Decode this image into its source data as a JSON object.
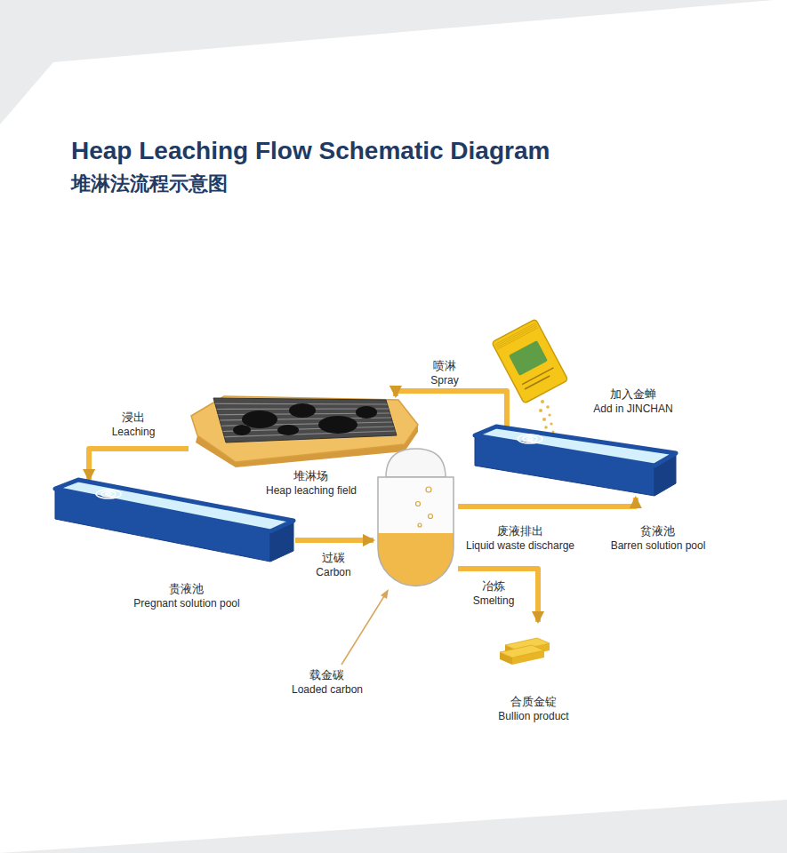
{
  "diagram": {
    "title": "Heap Leaching Flow Schematic Diagram 堆淋法流程示意图",
    "nodes": [
      {
        "text": [
          "堆淋场 Heap leaching field"
        ]
      },
      {
        "text": [
          "加入金蝉 Add in JINCHAN"
        ]
      },
      {
        "text": [
          "贫液池 Barren solution pool"
        ]
      },
      {
        "text": [
          "贵液池 Pregnant solution pool"
        ]
      },
      {
        "text": [
          "载金碳 Loaded carbon"
        ]
      },
      {
        "text": [
          "合质金锭 Bullion product"
        ]
      }
    ],
    "edges": [
      {
        "from": 2,
        "to": 0,
        "label": "喷淋 Spray",
        "arrow": "to"
      },
      {
        "from": 0,
        "to": 3,
        "label": "浸出 Leaching",
        "arrow": "to"
      },
      {
        "from": 3,
        "to": 4,
        "label": "过碳 Carbon",
        "arrow": "to"
      },
      {
        "from": 4,
        "to": 2,
        "label": "废液排出 Liquid waste discharge",
        "arrow": "to"
      },
      {
        "from": 4,
        "to": 5,
        "label": "冶炼 Smelting",
        "arrow": "to"
      }
    ]
  }
}
